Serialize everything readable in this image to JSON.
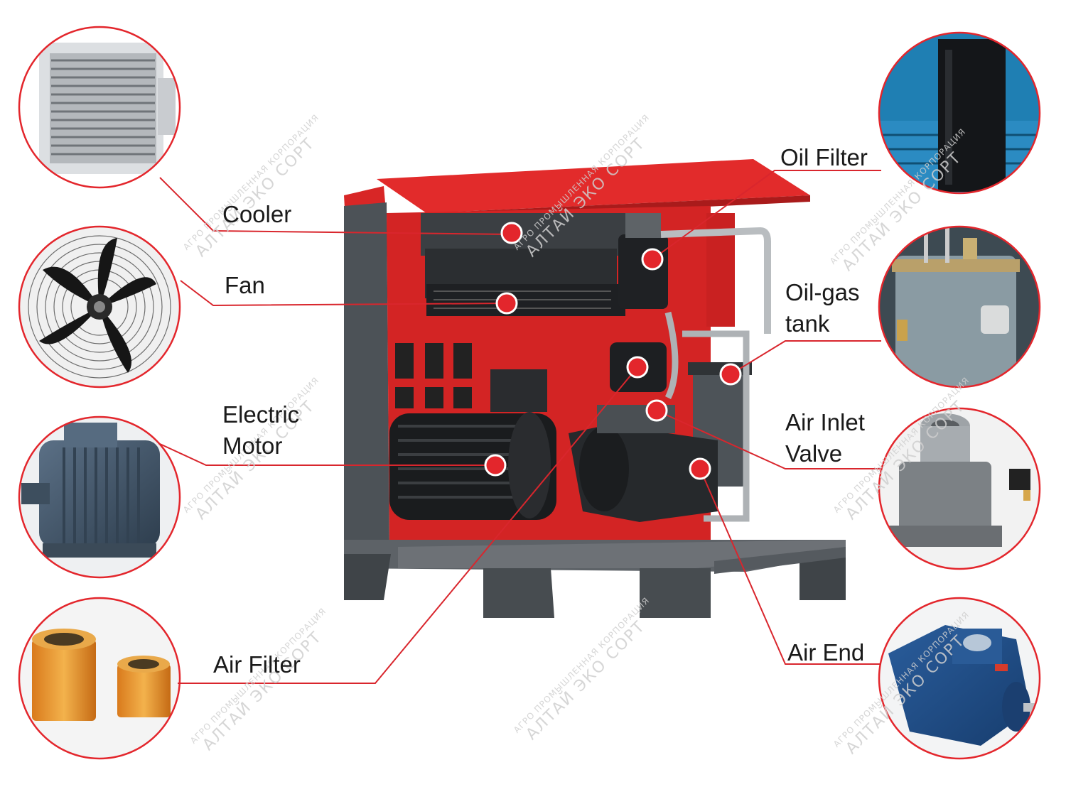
{
  "labels": {
    "cooler": "Cooler",
    "fan": "Fan",
    "electric_motor_line1": "Electric",
    "electric_motor_line2": "Motor",
    "air_filter": "Air Filter",
    "oil_filter": "Oil Filter",
    "oil_gas_tank_line1": "Oil-gas",
    "oil_gas_tank_line2": "tank",
    "air_inlet_valve_line1": "Air Inlet",
    "air_inlet_valve_line2": "Valve",
    "air_end": "Air End"
  },
  "watermark": {
    "line1": "АГРО ПРОМЫШЛЕННАЯ КОРПОРАЦИЯ",
    "line2": "АЛТАЙ ЭКО СОРТ"
  },
  "colors": {
    "accent_red": "#e3262c",
    "leader_line": "#d9262d",
    "cabinet_frame": "#4c5257",
    "cabinet_roof": "#e02a2a"
  }
}
